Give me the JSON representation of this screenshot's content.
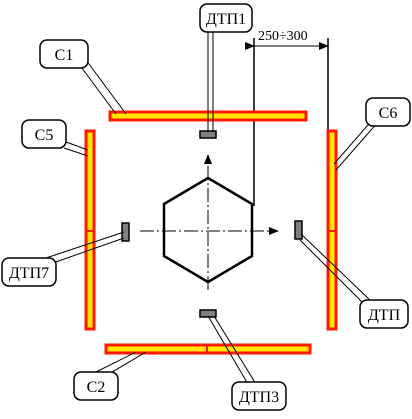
{
  "labels": {
    "c1": "С1",
    "c2": "С2",
    "c5": "С5",
    "c6": "С6",
    "dtp1": "ДТП1",
    "dtp3": "ДТП3",
    "dtp7": "ДТП7",
    "dtp": "ДТП"
  },
  "dimension": "250÷300",
  "colors": {
    "heater_fill": "#ffe600",
    "heater_border": "#ff1a00",
    "sensor_fill": "#808080",
    "line": "#000000"
  }
}
